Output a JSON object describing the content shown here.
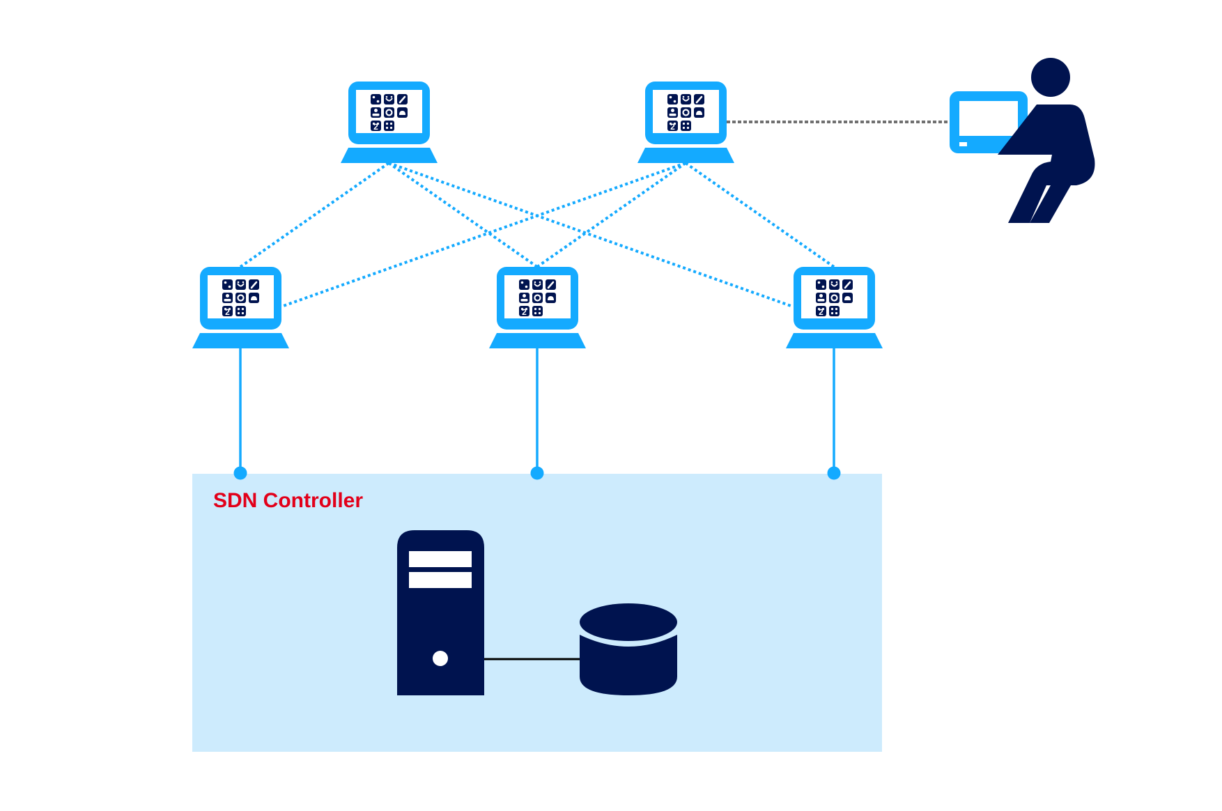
{
  "diagram": {
    "title": "SDN network topology",
    "controller": {
      "label": "SDN Controller",
      "components": [
        "server-icon",
        "database-icon"
      ]
    },
    "nodes": [
      {
        "id": "top-left",
        "type": "laptop-app-grid-icon",
        "tier": "top"
      },
      {
        "id": "top-right",
        "type": "laptop-app-grid-icon",
        "tier": "top"
      },
      {
        "id": "bottom-left",
        "type": "laptop-app-grid-icon",
        "tier": "bottom"
      },
      {
        "id": "bottom-center",
        "type": "laptop-app-grid-icon",
        "tier": "bottom"
      },
      {
        "id": "bottom-right",
        "type": "laptop-app-grid-icon",
        "tier": "bottom"
      }
    ],
    "user": {
      "type": "person-at-computer-icon"
    },
    "links": [
      {
        "from": "top-left",
        "to": "bottom-left",
        "style": "dotted"
      },
      {
        "from": "top-left",
        "to": "bottom-center",
        "style": "dotted"
      },
      {
        "from": "top-left",
        "to": "bottom-right",
        "style": "dotted"
      },
      {
        "from": "top-right",
        "to": "bottom-left",
        "style": "dotted"
      },
      {
        "from": "top-right",
        "to": "bottom-center",
        "style": "dotted"
      },
      {
        "from": "top-right",
        "to": "bottom-right",
        "style": "dotted"
      },
      {
        "from": "top-right",
        "to": "user",
        "style": "dotted-gray"
      },
      {
        "from": "bottom-left",
        "to": "controller",
        "style": "solid"
      },
      {
        "from": "bottom-center",
        "to": "controller",
        "style": "solid"
      },
      {
        "from": "bottom-right",
        "to": "controller",
        "style": "solid"
      },
      {
        "from": "server",
        "to": "database",
        "style": "solid-black"
      }
    ],
    "colors": {
      "device_blue": "#14aaff",
      "navy": "#00134f",
      "controller_bg": "#cdebfd",
      "label_red": "#e2001a",
      "user_link_gray": "#707070",
      "white": "#ffffff"
    }
  }
}
